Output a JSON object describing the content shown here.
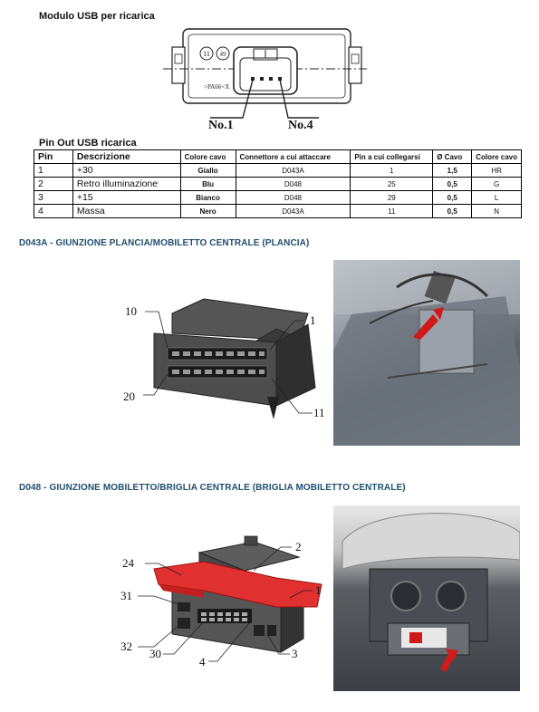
{
  "module_title": "Modulo USB per ricarica",
  "usb_diagram": {
    "label_pin1": "No.1",
    "label_pin4": "No.4",
    "circle_11": "11",
    "circle_49": "49",
    "mark_text": ">PA66<X"
  },
  "pinout": {
    "title": "Pin Out USB ricarica",
    "headers": {
      "pin": "Pin",
      "descrizione": "Descrizione",
      "colore": "Colore cavo",
      "connettore": "Connettore a cui attaccare",
      "pin_colleg": "Pin a cui collegarsi",
      "diametro": "Ø Cavo",
      "colore_code": "Colore cavo"
    },
    "rows": [
      {
        "pin": "1",
        "descrizione": "+30",
        "colore": "Giallo",
        "connettore": "D043A",
        "pin_colleg": "1",
        "diametro": "1,5",
        "code": "HR"
      },
      {
        "pin": "2",
        "descrizione": "Retro illuminazione",
        "colore": "Blu",
        "connettore": "D048",
        "pin_colleg": "25",
        "diametro": "0,5",
        "code": "G"
      },
      {
        "pin": "3",
        "descrizione": "+15",
        "colore": "Bianco",
        "connettore": "D048",
        "pin_colleg": "29",
        "diametro": "0,5",
        "code": "L"
      },
      {
        "pin": "4",
        "descrizione": "Massa",
        "colore": "Nero",
        "connettore": "D043A",
        "pin_colleg": "11",
        "diametro": "0,5",
        "code": "N"
      }
    ]
  },
  "section_d043a": {
    "title": "D043A - GIUNZIONE PLANCIA/MOBILETTO CENTRALE (PLANCIA)",
    "callouts": {
      "c10": "10",
      "c1": "1",
      "c20": "20",
      "c11": "11"
    }
  },
  "section_d048": {
    "title": "D048 - GIUNZIONE MOBILETTO/BRIGLIA CENTRALE (BRIGLIA MOBILETTO CENTRALE)",
    "callouts": {
      "c2": "2",
      "c24": "24",
      "c1": "1",
      "c31": "31",
      "c32": "32",
      "c30": "30",
      "c4": "4",
      "c3": "3"
    }
  }
}
